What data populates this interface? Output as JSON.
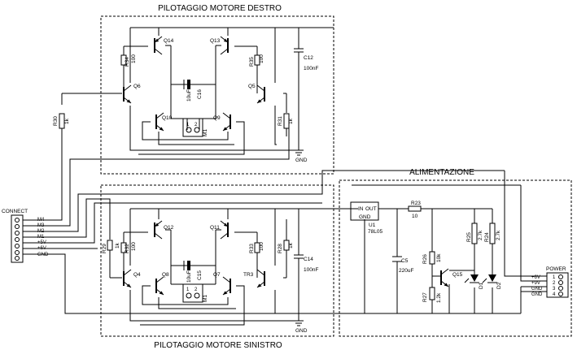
{
  "titles": {
    "top": "PILOTAGGIO MOTORE DESTRO",
    "bottom": "PILOTAGGIO MOTORE SINISTRO",
    "power": "ALIMENTAZIONE"
  },
  "connect": {
    "label": "CONNECT",
    "pins": [
      "M4",
      "M3",
      "M2",
      "M1",
      "+5V",
      "+6V",
      "GND"
    ]
  },
  "power_conn": {
    "label": "POWER",
    "pins": [
      "+6V",
      "+9V",
      "GND",
      "GND"
    ],
    "numbers": [
      "1",
      "2",
      "3",
      "4"
    ]
  },
  "top": {
    "q14": "Q14",
    "q13": "Q13",
    "q6": "Q6",
    "q5": "Q5",
    "q10": "Q10",
    "q9": "Q9",
    "r34": "R34",
    "r34v": "100",
    "r35": "R35",
    "r35v": "100",
    "r30": "R30",
    "r30v": "1k",
    "r31": "R31",
    "r31v": "1k",
    "c16v": "10uF",
    "c16": "C16",
    "m": "M1",
    "m_pin1": "1",
    "m_pin2": "2",
    "c12": "C12",
    "c12v": "100nF",
    "gnd": "GND"
  },
  "bottom": {
    "q12": "Q12",
    "q11": "Q11",
    "q4": "Q4",
    "q8": "Q8",
    "q7": "Q7",
    "tr3": "TR3",
    "r29": "R29",
    "r29v": "1k",
    "r32": "R32",
    "r32v": "100",
    "r33": "R33",
    "r33v": "100",
    "r28": "R28",
    "r28v": "1k",
    "c15v": "10uF",
    "c15": "C15",
    "m": "M1",
    "m_pin1": "1",
    "m_pin2": "2",
    "c14": "C14",
    "c14v": "100nF",
    "gnd": "GND"
  },
  "supply": {
    "u1": "U1",
    "u1v": "78L05",
    "in": "IN",
    "out": "OUT",
    "gnd": "GND",
    "r23": "R23",
    "r23v": "10",
    "c5": "C5",
    "c5v": "220uF",
    "r26": "R26",
    "r26v": "10k",
    "r27": "R27",
    "r27v": "1.2k",
    "q15": "Q15",
    "r25": "R25",
    "r25v": "2.7k",
    "r24": "R24",
    "r24v": "2.7k",
    "d1": "D1",
    "d2": "D2"
  }
}
